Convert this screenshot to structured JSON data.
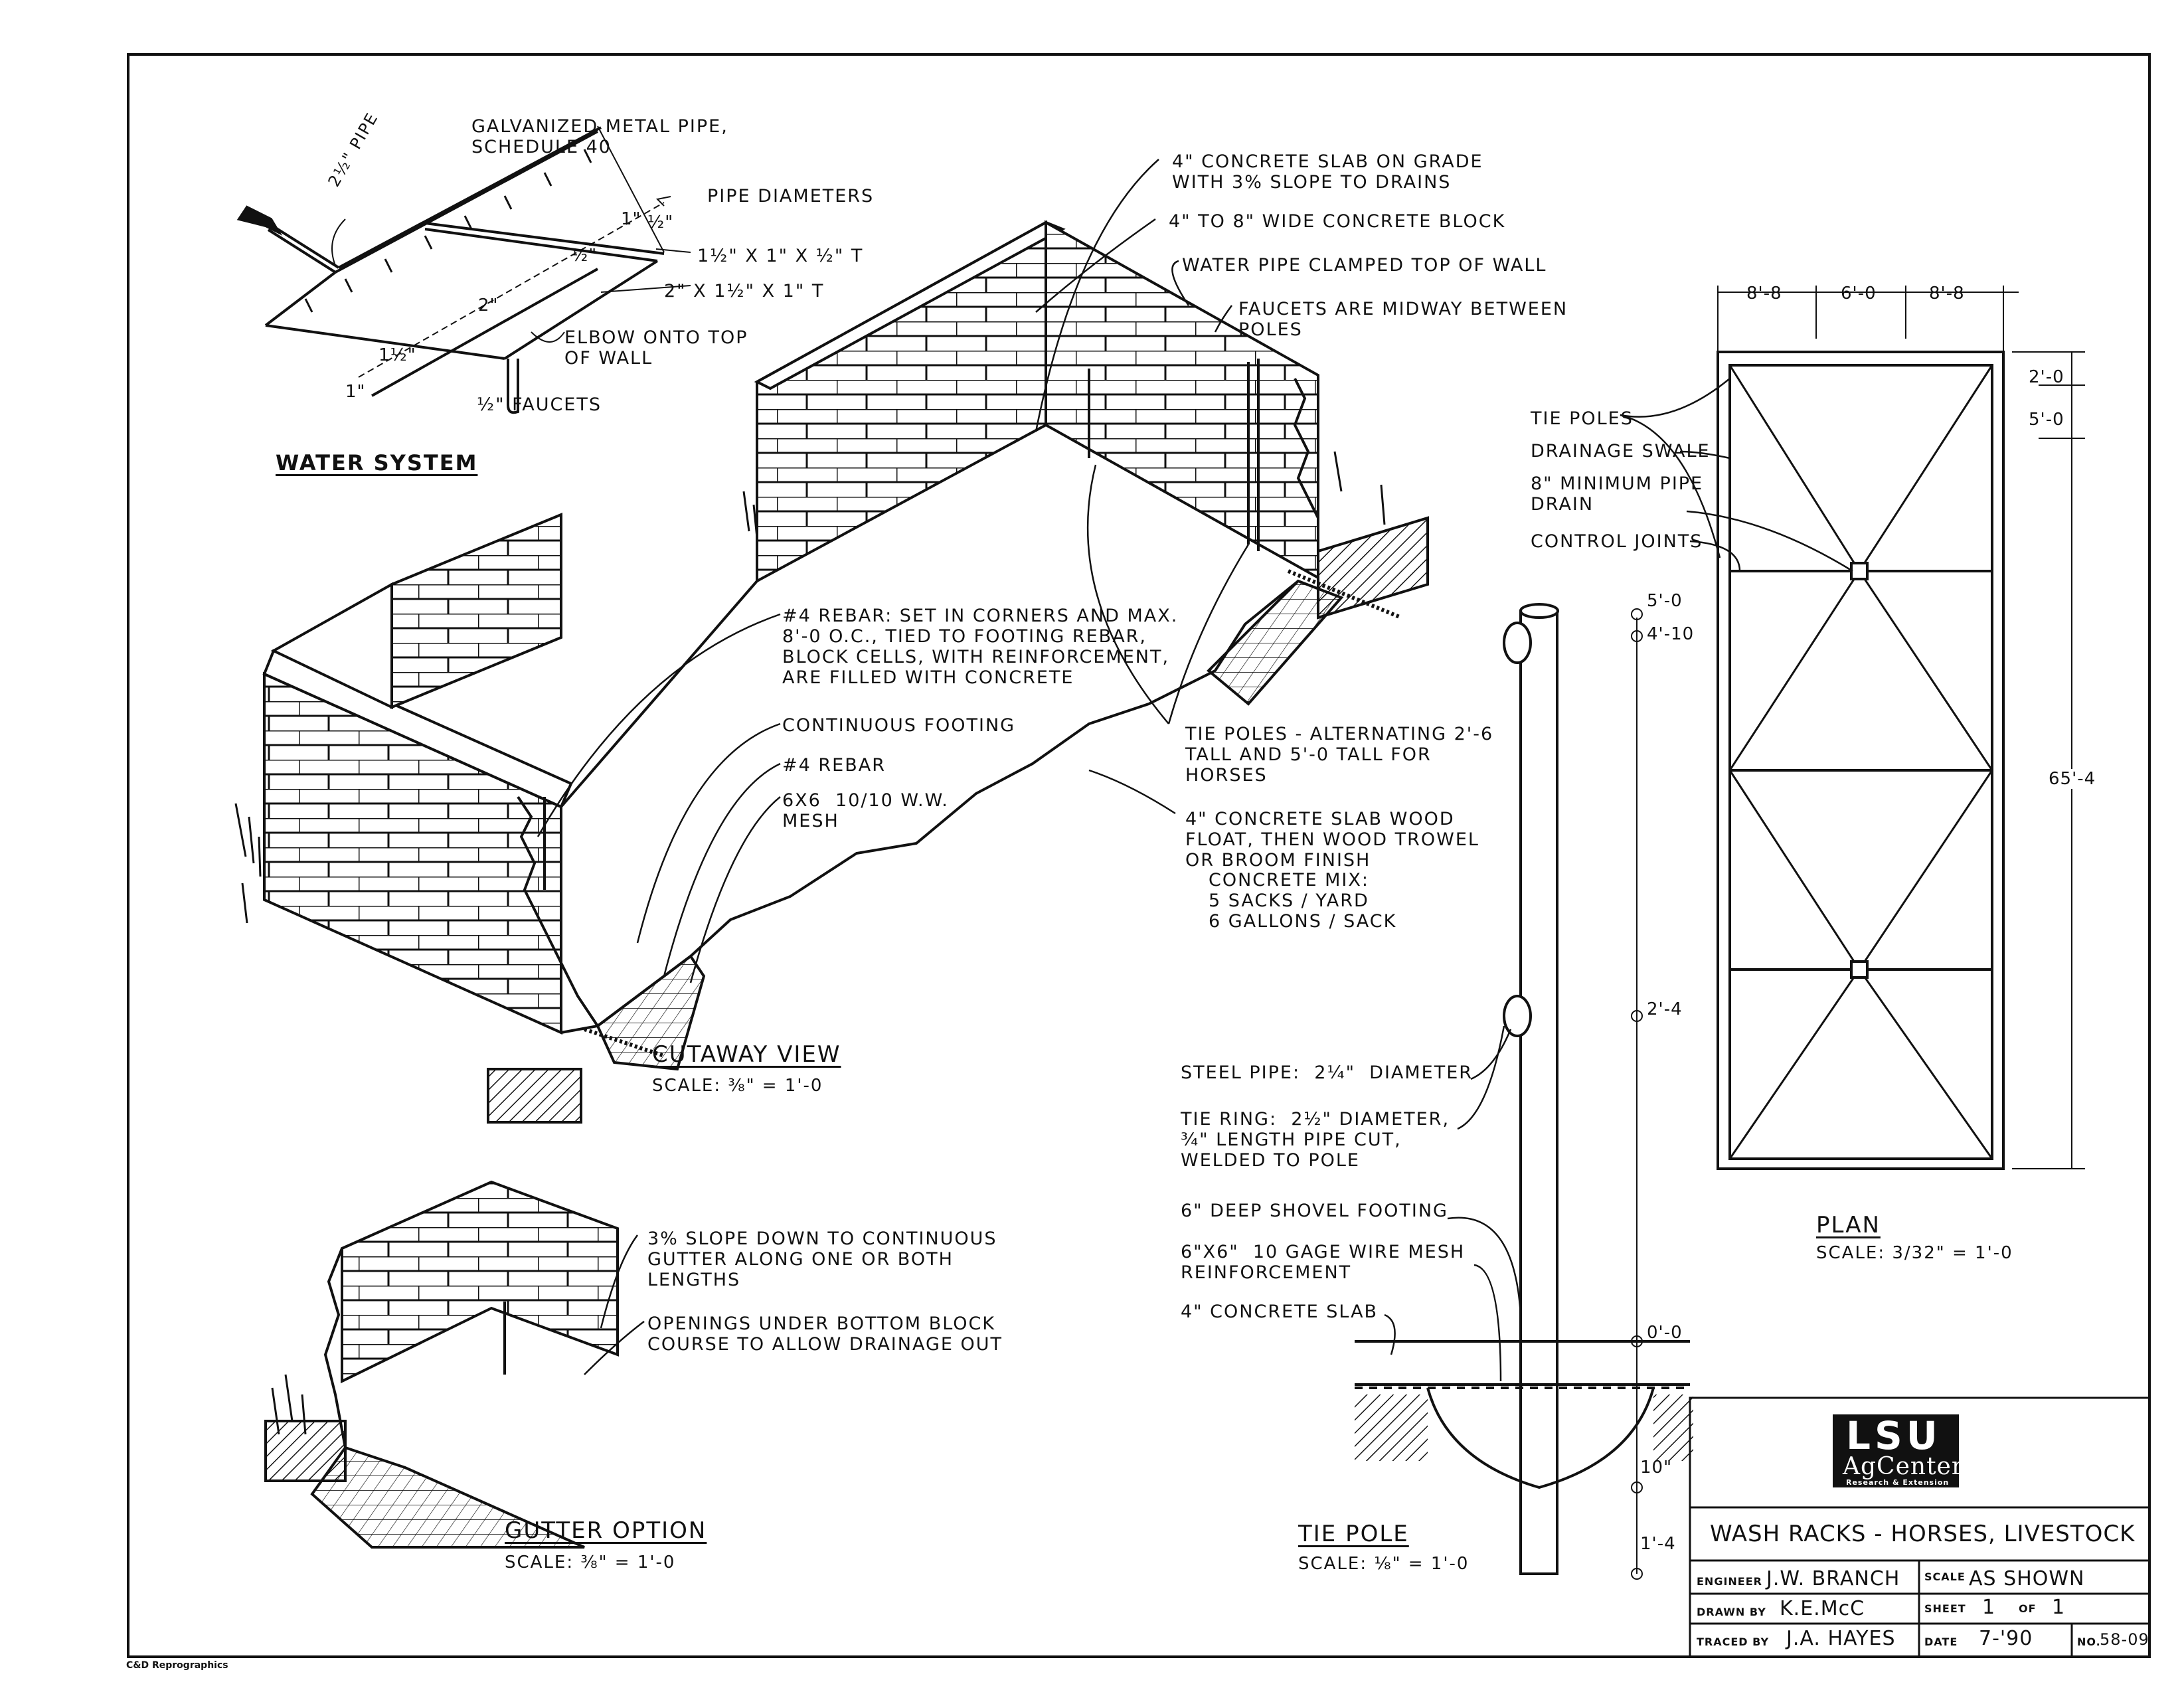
{
  "water_system": {
    "title": "WATER SYSTEM",
    "pipe_note": "2½\" PIPE",
    "galv_note": "GALVANIZED METAL PIPE,\nSCHEDULE 40",
    "pipe_diameters": "PIPE DIAMETERS",
    "tee1": "1½\" X 1\" X ½\" T",
    "tee2": "2\" X 1½\" X 1\" T",
    "elbow": "ELBOW ONTO TOP\nOF WALL",
    "faucets": "½\" FAUCETS",
    "dims": [
      "1\"",
      "½\"",
      "½\"",
      "2\"",
      "1½\"",
      "1\""
    ]
  },
  "cutaway": {
    "title": "CUTAWAY VIEW",
    "scale": "SCALE: ⅜\" = 1'-0",
    "slab_on_grade": "4\" CONCRETE SLAB ON GRADE\nWITH 3% SLOPE TO DRAINS",
    "block": "4\" TO 8\" WIDE CONCRETE BLOCK",
    "water_pipe": "WATER PIPE CLAMPED TOP OF WALL",
    "faucets_mid": "FAUCETS ARE MIDWAY BETWEEN\nPOLES",
    "rebar_note": "#4 REBAR: SET IN CORNERS AND MAX.\n8'-0 O.C., TIED TO FOOTING REBAR,\nBLOCK CELLS, WITH REINFORCEMENT,\nARE FILLED WITH CONCRETE",
    "footing": "CONTINUOUS FOOTING",
    "rebar4": "#4 REBAR",
    "mesh": "6X6  10/10 W.W.\nMESH",
    "tie_poles": "TIE POLES - ALTERNATING 2'-6\nTALL AND 5'-0 TALL FOR\nHORSES",
    "slab_finish": "4\" CONCRETE SLAB WOOD\nFLOAT, THEN WOOD TROWEL\nOR BROOM FINISH",
    "mix": "CONCRETE MIX:\n5 SACKS / YARD\n6 GALLONS / SACK"
  },
  "gutter": {
    "title": "GUTTER OPTION",
    "scale": "SCALE: ⅜\" = 1'-0",
    "slope": "3% SLOPE DOWN TO CONTINUOUS\nGUTTER ALONG ONE OR BOTH\nLENGTHS",
    "openings": "OPENINGS UNDER BOTTOM BLOCK\nCOURSE TO ALLOW DRAINAGE OUT"
  },
  "tie_pole": {
    "title": "TIE POLE",
    "scale": "SCALE: ⅛\" = 1'-0",
    "steel_pipe": "STEEL PIPE:  2¼\"  DIAMETER",
    "tie_ring": "TIE RING:  2½\" DIAMETER,\n¾\" LENGTH PIPE CUT,\nWELDED TO POLE",
    "footing": "6\" DEEP SHOVEL FOOTING",
    "wire_mesh": "6\"X6\"  10 GAGE WIRE MESH\nREINFORCEMENT",
    "slab": "4\" CONCRETE SLAB",
    "dims": [
      "5'-0",
      "4'-10",
      "2'-4",
      "0'-0",
      "10\"",
      "1'-4"
    ]
  },
  "plan": {
    "title": "PLAN",
    "scale": "SCALE: 3/32\" = 1'-0",
    "tie_poles": "TIE POLES",
    "swale": "DRAINAGE SWALE",
    "pipe_drain": "8\" MINIMUM PIPE\nDRAIN",
    "joints": "CONTROL JOINTS",
    "dims_top": [
      "8'-8",
      "6'-0",
      "8'-8"
    ],
    "dims_right": [
      "2'-0",
      "5'-0"
    ],
    "length": "65'-4"
  },
  "title_block": {
    "logo_line1": "LSU",
    "logo_line2": "AgCenter",
    "logo_line3": "Research & Extension",
    "project": "WASH RACKS - HORSES, LIVESTOCK",
    "engineer_label": "ENGINEER",
    "engineer": "J.W. BRANCH",
    "scale_label": "SCALE",
    "scale": "AS SHOWN",
    "drawn_label": "DRAWN BY",
    "drawn": "K.E.McC",
    "sheet_label": "SHEET",
    "sheet": "1",
    "of_label": "OF",
    "of": "1",
    "traced_label": "TRACED BY",
    "traced": "J.A. HAYES",
    "date_label": "DATE",
    "date": "7-'90",
    "no_label": "NO.",
    "no": "58-09"
  },
  "footer": "C&D Reprographics"
}
